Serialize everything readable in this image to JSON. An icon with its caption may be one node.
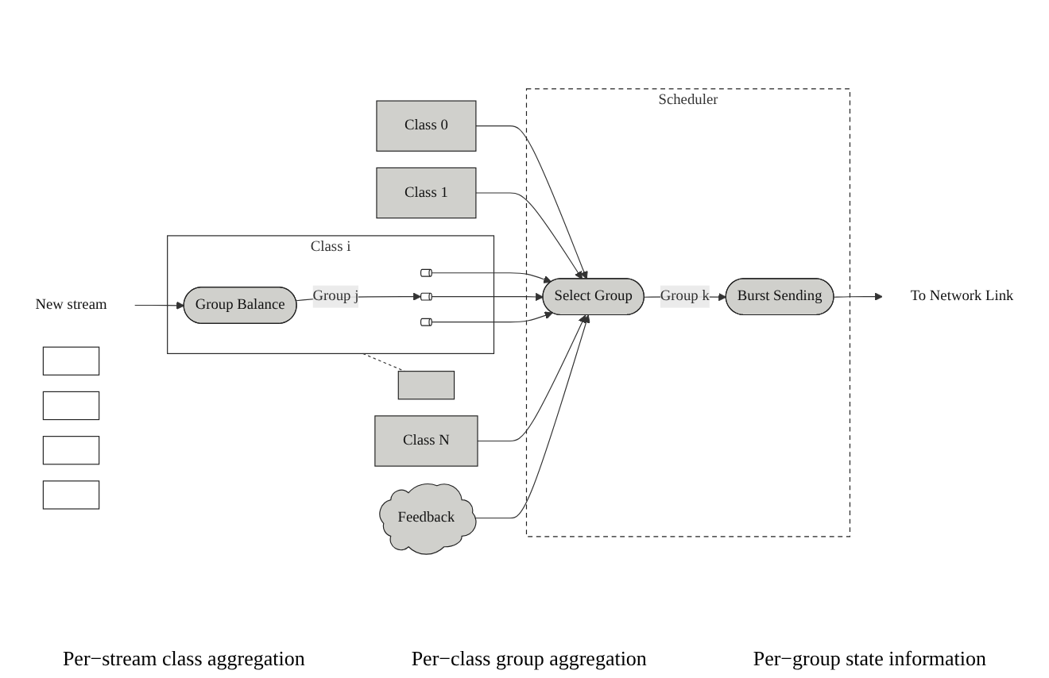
{
  "diagram": {
    "nodes": [
      {
        "text": [
          "Class 0"
        ]
      },
      {
        "text": [
          "Class 1"
        ]
      },
      {
        "text": [
          "Class i"
        ]
      },
      {
        "text": [
          "Group Balance"
        ],
        "in": 2
      },
      {
        "text": [],
        "shape": "bar",
        "in": 2
      },
      {
        "text": [],
        "shape": "bar",
        "in": 2
      },
      {
        "text": [],
        "shape": "bar",
        "in": 2
      },
      {
        "text": [
          "New stream"
        ]
      },
      {
        "text": [],
        "shape": "box"
      },
      {
        "text": [
          "Class N"
        ]
      },
      {
        "text": [
          "Feedback"
        ]
      },
      {
        "text": [
          "Scheduler"
        ]
      },
      {
        "text": [
          "Select Group"
        ],
        "in": 11
      },
      {
        "text": [
          "Burst Sending"
        ],
        "in": 11
      },
      {
        "text": [],
        "shape": "box"
      },
      {
        "text": [],
        "shape": "box"
      },
      {
        "text": [],
        "shape": "box"
      },
      {
        "text": [],
        "shape": "box"
      },
      {
        "text": [
          "To Network Link"
        ]
      }
    ],
    "edges": [
      {
        "from": 0,
        "to": 12,
        "arrow": "to"
      },
      {
        "from": 1,
        "to": 12,
        "arrow": "to"
      },
      {
        "from": 4,
        "to": 12,
        "arrow": "to"
      },
      {
        "from": 5,
        "to": 12,
        "arrow": "to"
      },
      {
        "from": 6,
        "to": 12,
        "arrow": "to"
      },
      {
        "from": 9,
        "to": 12,
        "arrow": "to"
      },
      {
        "from": 7,
        "to": 3,
        "arrow": "to"
      },
      {
        "from": 3,
        "to": 5,
        "arrow": "to",
        "label": "Group j"
      },
      {
        "from": 2,
        "to": 8,
        "arrow": "none",
        "style": "dashed"
      },
      {
        "from": 10,
        "to": 12,
        "arrow": "to"
      },
      {
        "from": 12,
        "to": 13,
        "arrow": "to",
        "label": "Group k"
      },
      {
        "from": 13,
        "to": 18,
        "arrow": "to"
      }
    ],
    "labels": [
      "Per−stream class aggregation",
      "Per−class group aggregation",
      "Per−group state information"
    ]
  }
}
